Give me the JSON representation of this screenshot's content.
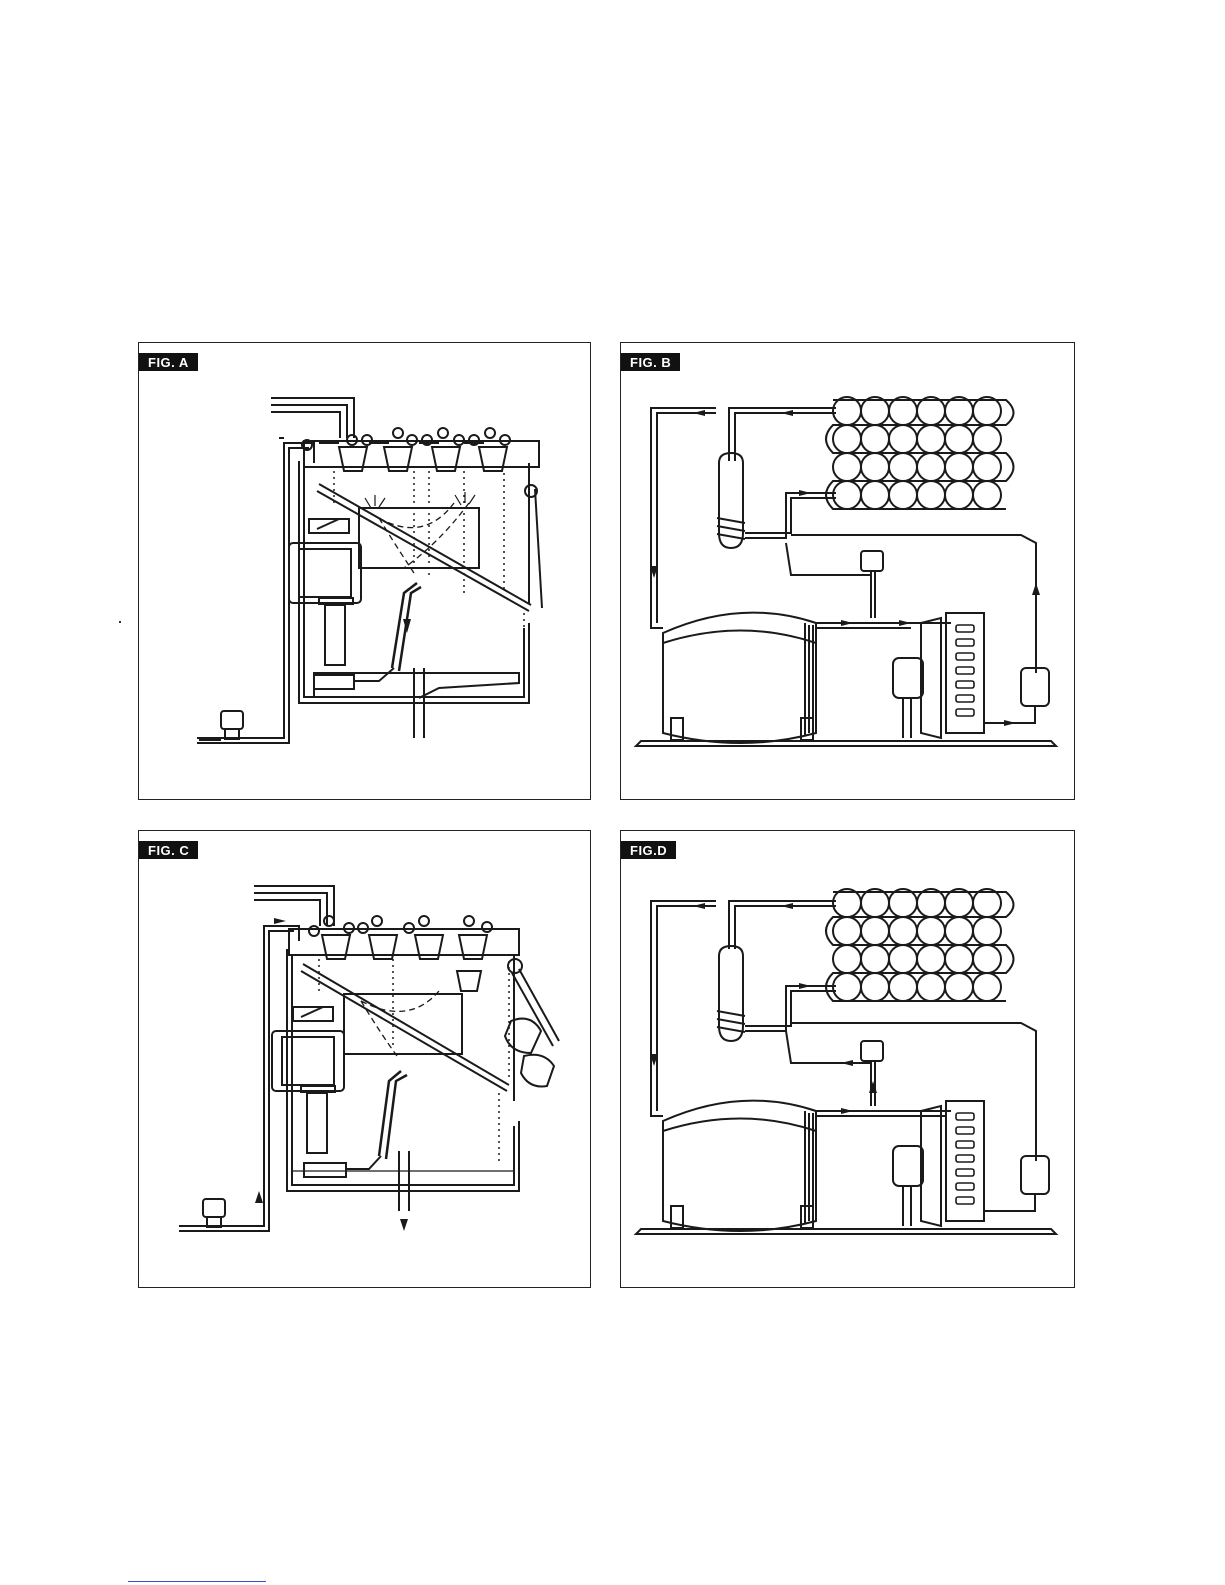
{
  "figures": [
    {
      "id": "fig-a",
      "label": "FIG. A"
    },
    {
      "id": "fig-b",
      "label": "FIG. B"
    },
    {
      "id": "fig-c",
      "label": "FIG. C"
    },
    {
      "id": "fig-d",
      "label": "FIG.D"
    }
  ],
  "colors": {
    "line": "#1a1a1a",
    "label_bg": "#111111",
    "label_text": "#ffffff"
  }
}
